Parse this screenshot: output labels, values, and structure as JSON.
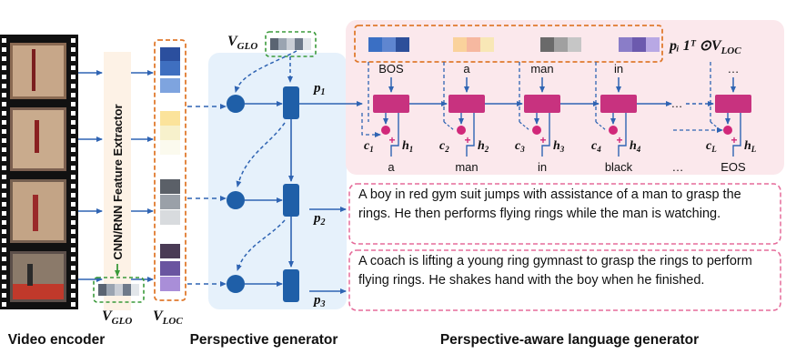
{
  "video_encoder": {
    "title": "Video encoder",
    "extractor_label": "CNN/RNN Feature Extractor",
    "vglo_main": "V",
    "vglo_sub": "GLO",
    "vloc_main": "V",
    "vloc_sub": "LOC",
    "local_colors": [
      "#2b4f9e",
      "#3f6fc0",
      "#7ea4df",
      "#fbe39b",
      "#f7f1cc",
      "#fbfaee",
      "#5b6068",
      "#9aa0a8",
      "#d8dbde",
      "#4a3b55",
      "#6a55a0",
      "#a98ed8"
    ],
    "global_colors": [
      "#5a6472",
      "#9aa4b1",
      "#c9ced6",
      "#6e7a8a",
      "#e2e6ea"
    ]
  },
  "perspective_generator": {
    "title": "Perspective generator",
    "vglo_main": "V",
    "vglo_sub": "GLO",
    "p_labels": [
      {
        "main": "p",
        "sub": "1"
      },
      {
        "main": "p",
        "sub": "2"
      },
      {
        "main": "p",
        "sub": "3"
      }
    ]
  },
  "language_generator": {
    "title": "Perspective-aware language generator",
    "formula": "pᵢ 1ᵀ ⊙V",
    "formula_sub": "LOC",
    "feature_colors": [
      "#3a6fc4",
      "#5f86d0",
      "#2d4f9a",
      "#fad29c",
      "#f6b8a0",
      "#f8e7b6",
      "#6a6a6a",
      "#a0a0a0",
      "#c6c6c6",
      "#8a7dc8",
      "#6c5aae",
      "#b8a8e4"
    ],
    "inputs": [
      "BOS",
      "a",
      "man",
      "in",
      "…"
    ],
    "outputs": [
      "a",
      "man",
      "in",
      "black",
      "…",
      "EOS"
    ],
    "cells": [
      {
        "c": "c",
        "cs": "1",
        "h": "h",
        "hs": "1"
      },
      {
        "c": "c",
        "cs": "2",
        "h": "h",
        "hs": "2"
      },
      {
        "c": "c",
        "cs": "3",
        "h": "h",
        "hs": "3"
      },
      {
        "c": "c",
        "cs": "4",
        "h": "h",
        "hs": "4"
      },
      {
        "c": "c",
        "cs": "L",
        "h": "h",
        "hs": "L"
      }
    ],
    "dots": "…",
    "sentences": [
      "A boy in red gym suit jumps with assistance of a man to grasp the rings. He then performs flying rings while the man is watching.",
      "A coach is lifting a young ring gymnast to grasp the rings to perform flying rings. He shakes hand with the boy when he finished."
    ]
  }
}
